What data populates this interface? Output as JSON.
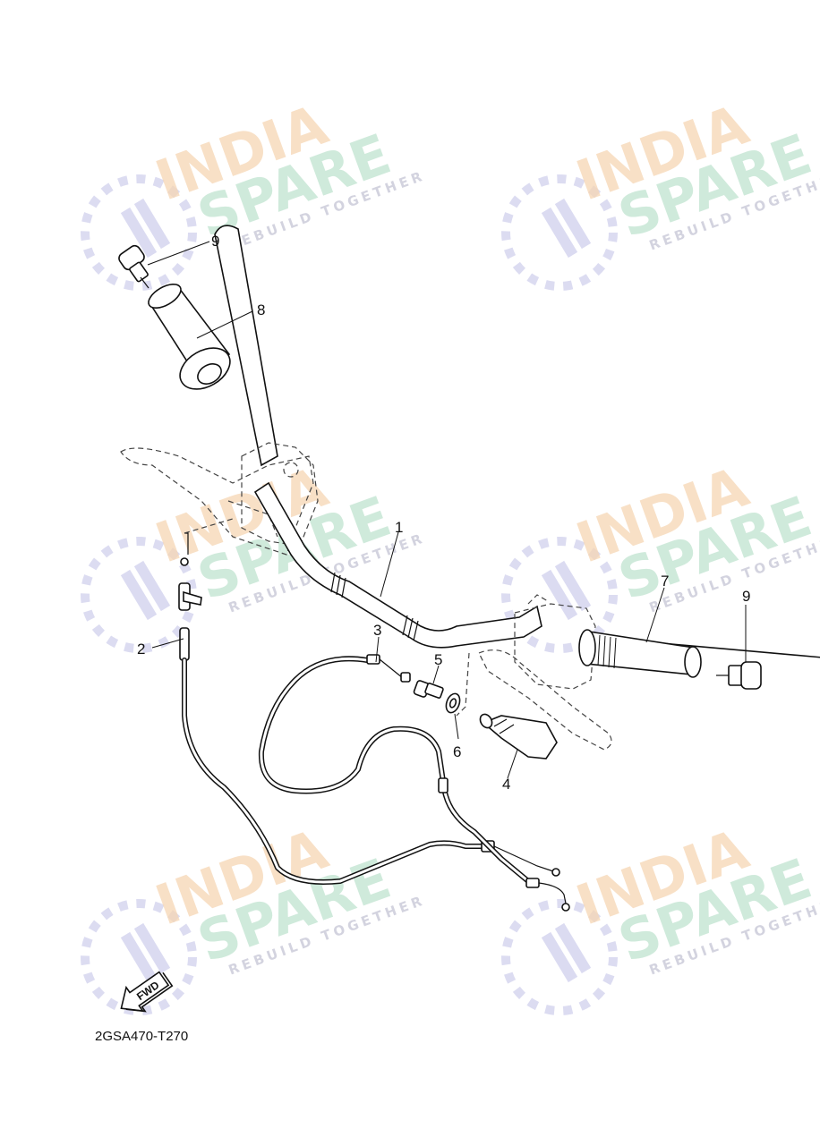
{
  "watermark": {
    "line1": "INDIA",
    "line2": "SPARE",
    "tagline": "REBUILD TOGETHER",
    "colors": {
      "india": "#f6d6b4",
      "spare": "#bfe3cf",
      "logo": "#d3d3ee"
    }
  },
  "callouts": {
    "c1": "1",
    "c2": "2",
    "c3": "3",
    "c4": "4",
    "c5": "5",
    "c6": "6",
    "c7": "7",
    "c8": "8",
    "c9_top": "9",
    "c9_right": "9"
  },
  "direction_badge": "FWD",
  "diagram_ref": "2GSA470-T270"
}
